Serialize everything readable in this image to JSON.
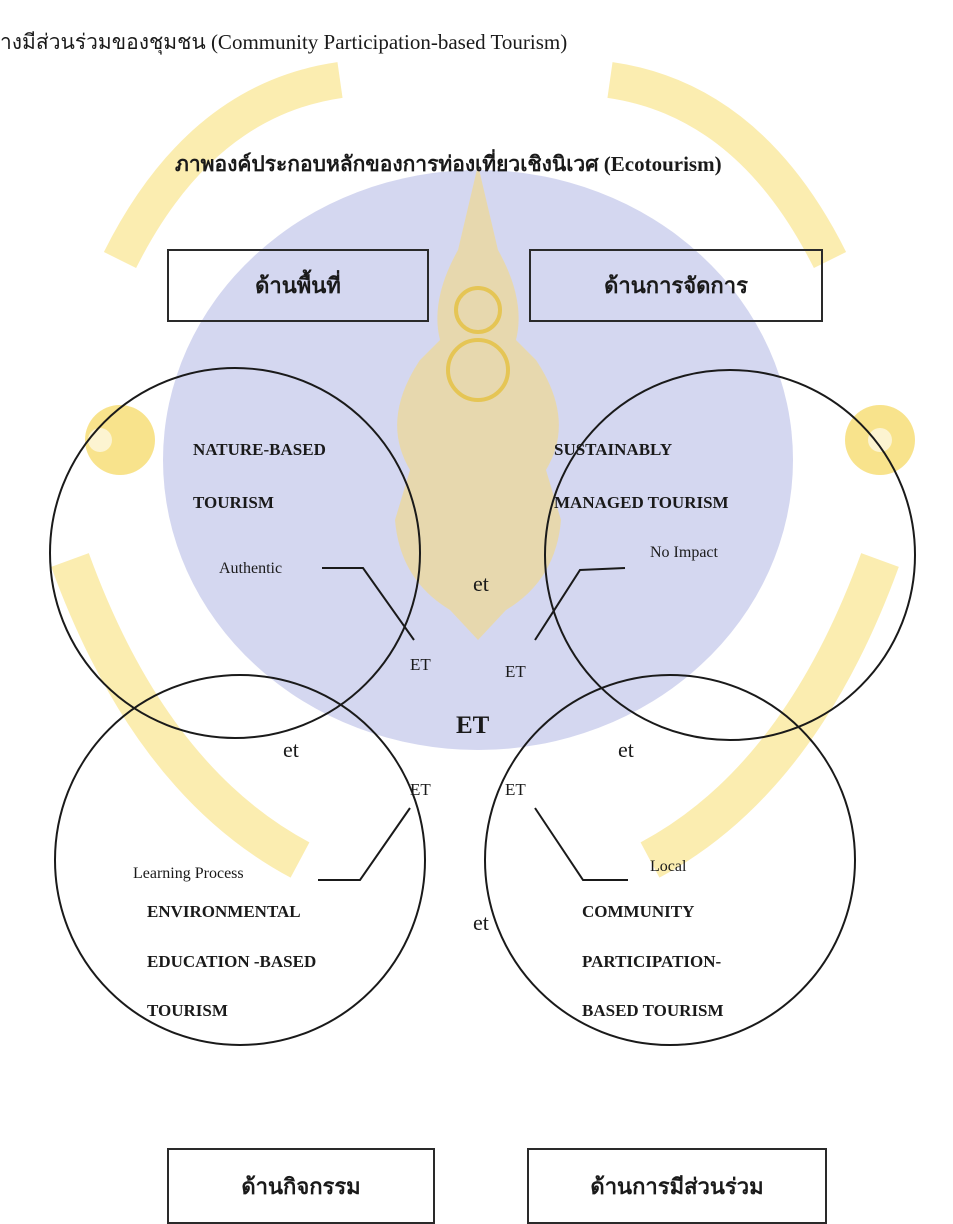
{
  "header": {
    "top_line": "างมีส่วนร่วมของชุมชน (Community Participation-based Tourism)",
    "figure_title": "ภาพองค์ประกอบหลักของการท่องเที่ยวเชิงนิเวศ (Ecotourism)"
  },
  "boxes": {
    "area": "ด้านพื้นที่",
    "management": "ด้านการจัดการ",
    "activity": "ด้านกิจกรรม",
    "participation": "ด้านการมีส่วนร่วม"
  },
  "circles": {
    "nature": {
      "line1": "NATURE-BASED",
      "line2": "TOURISM"
    },
    "managed": {
      "line1": "SUSTAINABLY",
      "line2": "MANAGED TOURISM"
    },
    "education": {
      "line1": "ENVIRONMENTAL",
      "line2": "EDUCATION -BASED",
      "line3": "TOURISM"
    },
    "community": {
      "line1": "COMMUNITY",
      "line2": "PARTICIPATION-",
      "line3": "BASED TOURISM"
    }
  },
  "callouts": {
    "authentic": "Authentic",
    "no_impact": "No Impact",
    "learning": "Learning Process",
    "local": "Local"
  },
  "regions": {
    "et_top": "et",
    "et_left": "et",
    "et_right": "et",
    "et_bottom": "et",
    "ET_tl": "ET",
    "ET_tr": "ET",
    "ET_bl": "ET",
    "ET_br": "ET",
    "ET_center": "ET"
  },
  "colors": {
    "watermark_blue": "#bfc3e8",
    "watermark_gold": "#f2c200",
    "line": "#1a1a1a"
  }
}
